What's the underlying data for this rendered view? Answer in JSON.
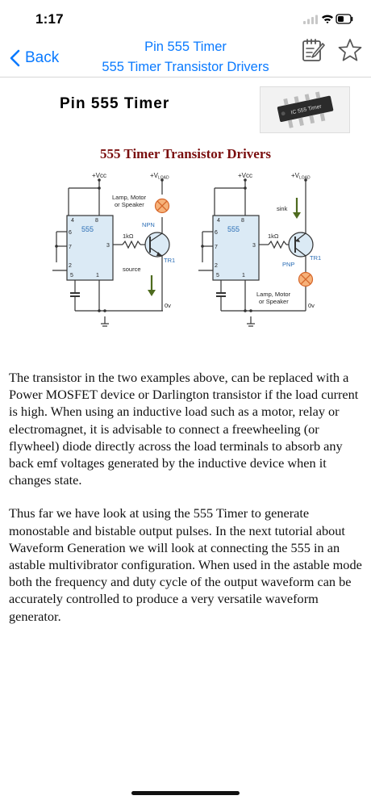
{
  "status_bar": {
    "time": "1:17"
  },
  "nav": {
    "back_label": "Back",
    "title_line1": "Pin 555 Timer",
    "title_line2": "555 Timer Transistor Drivers",
    "icons": [
      "back-chevron-icon",
      "edit-note-icon",
      "star-icon"
    ]
  },
  "header": {
    "title": "Pin 555 Timer",
    "chip_label": "IC 555 Timer"
  },
  "figure": {
    "title": "555 Timer Transistor Drivers",
    "left": {
      "vcc": "+Vcc",
      "vload": "+V",
      "vload_sub": "LOAD",
      "load_label_1": "Lamp, Motor",
      "load_label_2": "or Speaker",
      "transistor_type": "NPN",
      "resistor": "1kΩ",
      "chip": "555",
      "current_label": "source",
      "transistor": "TR1",
      "ground": "0v",
      "pins": [
        "4",
        "8",
        "6",
        "7",
        "3",
        "2",
        "5",
        "1"
      ]
    },
    "right": {
      "vcc": "+Vcc",
      "vload": "+V",
      "vload_sub": "LOAD",
      "load_label_1": "Lamp, Motor",
      "load_label_2": "or Speaker",
      "transistor_type": "PNP",
      "resistor": "1kΩ",
      "chip": "555",
      "current_label": "sink",
      "transistor": "TR1",
      "ground": "0v",
      "pins": [
        "4",
        "8",
        "6",
        "7",
        "3",
        "2",
        "5",
        "1"
      ]
    }
  },
  "article": {
    "paragraphs": [
      "The transistor in the two examples above, can be replaced with a Power MOSFET device or Darlington transistor if the load current is high. When using an inductive load such as a motor, relay or electromagnet, it is advisable to connect a freewheeling (or flywheel) diode directly across the load terminals to absorb any back emf voltages generated by the inductive device when it changes state.",
      "Thus far we have look at using the 555 Timer to generate monostable and bistable output pulses. In the next tutorial about Waveform Generation we will look at connecting the 555 in an astable multivibrator configuration. When used in the astable mode both the frequency and duty cycle of the output waveform can be accurately controlled to produce a very versatile waveform generator."
    ]
  }
}
